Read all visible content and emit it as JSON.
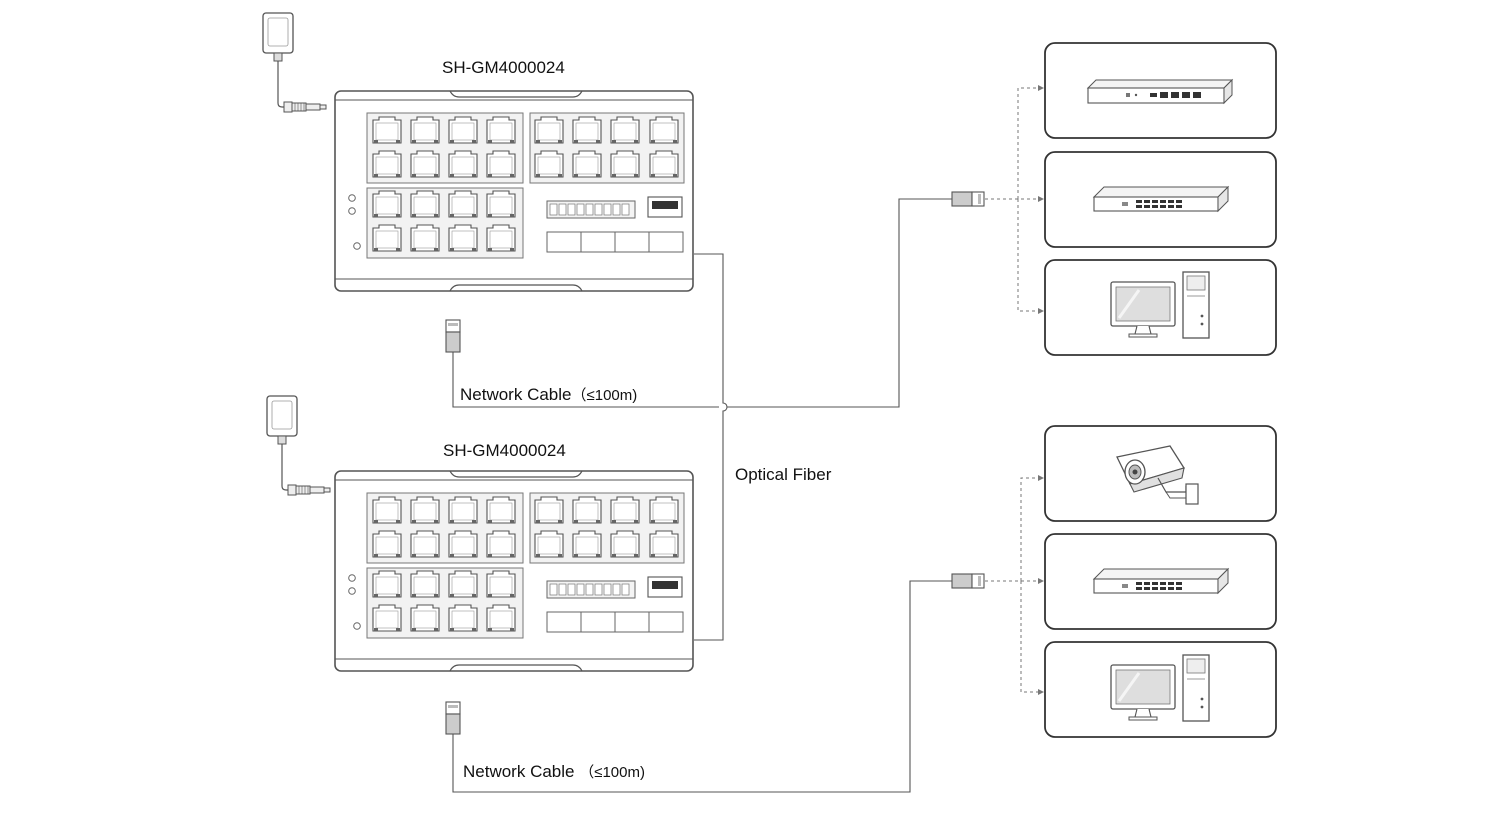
{
  "switches": [
    {
      "model": "SH-GM4000024"
    },
    {
      "model": "SH-GM4000024"
    }
  ],
  "links": {
    "network_cable": "Network Cable",
    "network_cable_limit_1": "（≤100m)",
    "network_cable_limit_2": "（≤100m)",
    "optical_fiber": "Optical Fiber"
  },
  "devices": {
    "top": [
      "router-icon",
      "switch-icon",
      "computer-icon"
    ],
    "bottom": [
      "camera-icon",
      "switch-icon",
      "computer-icon"
    ]
  },
  "colors": {
    "line": "#555555",
    "device": "#4a4a4a",
    "fill": "#e8e8e8"
  }
}
